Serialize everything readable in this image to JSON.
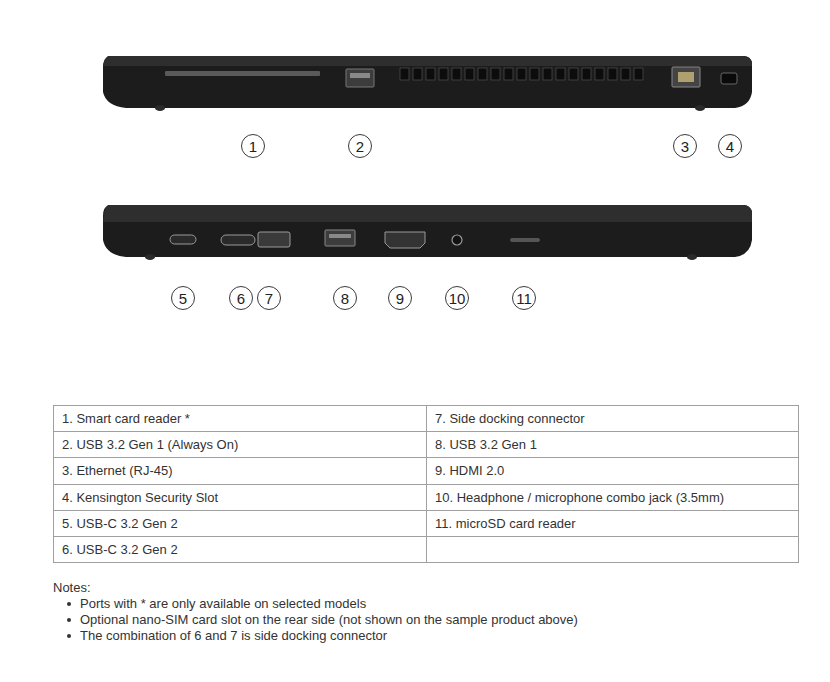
{
  "diagram": {
    "nodes": [
      {
        "text": [
          "1"
        ]
      },
      {
        "text": [
          "2"
        ]
      },
      {
        "text": [
          "3"
        ]
      },
      {
        "text": [
          "4"
        ]
      },
      {
        "text": [
          "5"
        ]
      },
      {
        "text": [
          "6"
        ]
      },
      {
        "text": [
          "7"
        ]
      },
      {
        "text": [
          "8"
        ]
      },
      {
        "text": [
          "9"
        ]
      },
      {
        "text": [
          "10"
        ]
      },
      {
        "text": [
          "11"
        ]
      }
    ],
    "labels": [
      "1. Smart card reader *",
      "7. Side docking connector",
      "2. USB 3.2 Gen 1 (Always On)",
      "8. USB 3.2 Gen 1",
      "3. Ethernet (RJ-45)",
      "9. HDMI 2.0",
      "4. Kensington Security Slot",
      "10. Headphone / microphone combo jack (3.5mm)",
      "5. USB-C 3.2 Gen 2",
      "11. microSD card reader",
      "6. USB-C 3.2 Gen 2",
      "Notes:",
      "Ports with * are only available on selected models",
      "Optional nano-SIM card slot on the rear side (not shown on the sample product above)",
      "The combination of 6 and 7 is side docking connector"
    ]
  }
}
